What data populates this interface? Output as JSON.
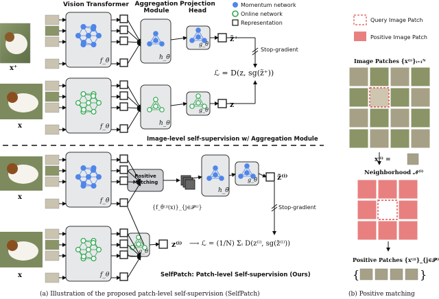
{
  "headers": {
    "vision_transformer": "Vision Transformer",
    "aggregation_module": "Aggregation Module",
    "projection_head": "Projection Head"
  },
  "legend": {
    "momentum": "Momentum network",
    "online": "Online network",
    "representation": "Representation",
    "momentum_color": "#4f86e8",
    "online_color": "#2fa84f"
  },
  "labels": {
    "x_plus": "x⁺",
    "x": "x",
    "f_momentum": "f_θ̄",
    "f_online": "f_θ",
    "h_momentum": "h_θ̄",
    "h_online": "h_θ",
    "g_momentum": "g_θ̄",
    "g_online": "g_θ",
    "z_tilde_plus": "z̃⁺",
    "z": "z",
    "z_tilde_i": "z̃⁽ⁱ⁾",
    "z_i": "z⁽ⁱ⁾",
    "stop_gradient": "Stop-gradient",
    "loss_top": "ℒ = D(z, sg(z̃⁺))",
    "loss_bottom": "⟶ ℒ = (1/N) Σᵢ D(z⁽ⁱ⁾, sg(z̃⁽ⁱ⁾))",
    "positive_matching": "Positive Matching",
    "feature_set": "{f_θ̄⁽ʲ⁾(x)}_{j∈𝒫⁽ⁱ⁾}",
    "image_level_title": "Image-level self-supervision w/ Aggregation Module",
    "selfpatch_title": "SelfPatch: Patch-level Self-supervision (Ours)"
  },
  "right_panel": {
    "query_label": "Query Image Patch",
    "positive_label": "Positive Image Patch",
    "image_patches": "Image Patches {x⁽ⁱ⁾}ᵢ₌₁ᴺ",
    "x_i": "x⁽ⁱ⁾ =",
    "neighborhood": "Neighborhood 𝒩⁽ⁱ⁾",
    "positive_patches": "Positive Patches {x⁽ʲ⁾}_{j∈𝒫⁽ⁱ⁾}",
    "query_color": "#d9534f",
    "positive_color": "#e88080"
  },
  "captions": {
    "a": "(a) Illustration of the proposed patch-level self-supervision (SelfPatch)",
    "b": "(b) Positive matching"
  }
}
